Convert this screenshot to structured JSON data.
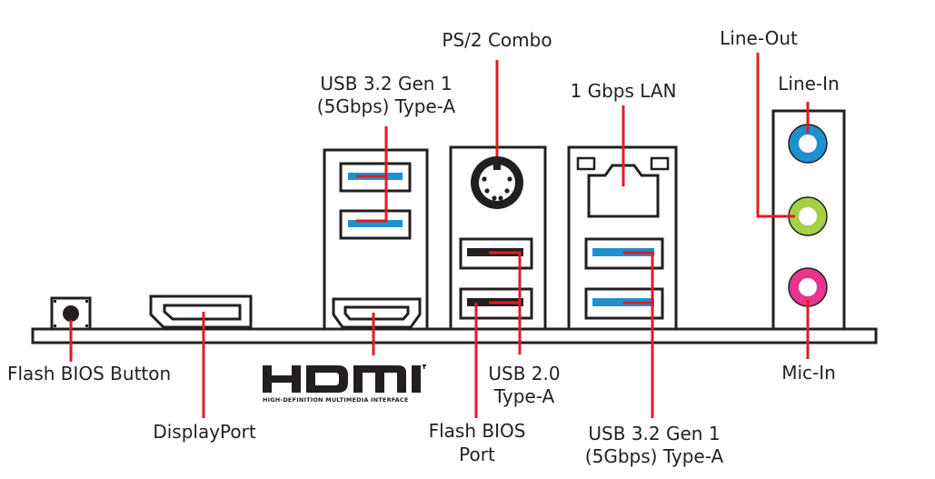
{
  "labels": {
    "ps2": "PS/2 Combo",
    "usb32_top_l1": "USB 3.2 Gen 1",
    "usb32_top_l2": "(5Gbps) Type-A",
    "lan": "1 Gbps LAN",
    "line_out": "Line-Out",
    "line_in": "Line-In",
    "flash_bios_button": "Flash BIOS Button",
    "displayport": "DisplayPort",
    "usb20_l1": "USB 2.0",
    "usb20_l2": "Type-A",
    "flash_bios_port_l1": "Flash BIOS",
    "flash_bios_port_l2": "Port",
    "usb32_bot_l1": "USB 3.2 Gen 1",
    "usb32_bot_l2": "(5Gbps) Type-A",
    "mic_in": "Mic-In"
  },
  "hdmi_logo": {
    "wordmark": "HDMI",
    "tagline": "HIGH-DEFINITION MULTIMEDIA INTERFACE"
  },
  "colors": {
    "leader_line": "#e31b23",
    "outline": "#231f20",
    "usb3_blue": "#1f8fd0",
    "usb2_black": "#231f20",
    "line_in_blue": "#1e90d0",
    "line_out_green": "#a8cf45",
    "mic_in_pink": "#e9348b"
  }
}
